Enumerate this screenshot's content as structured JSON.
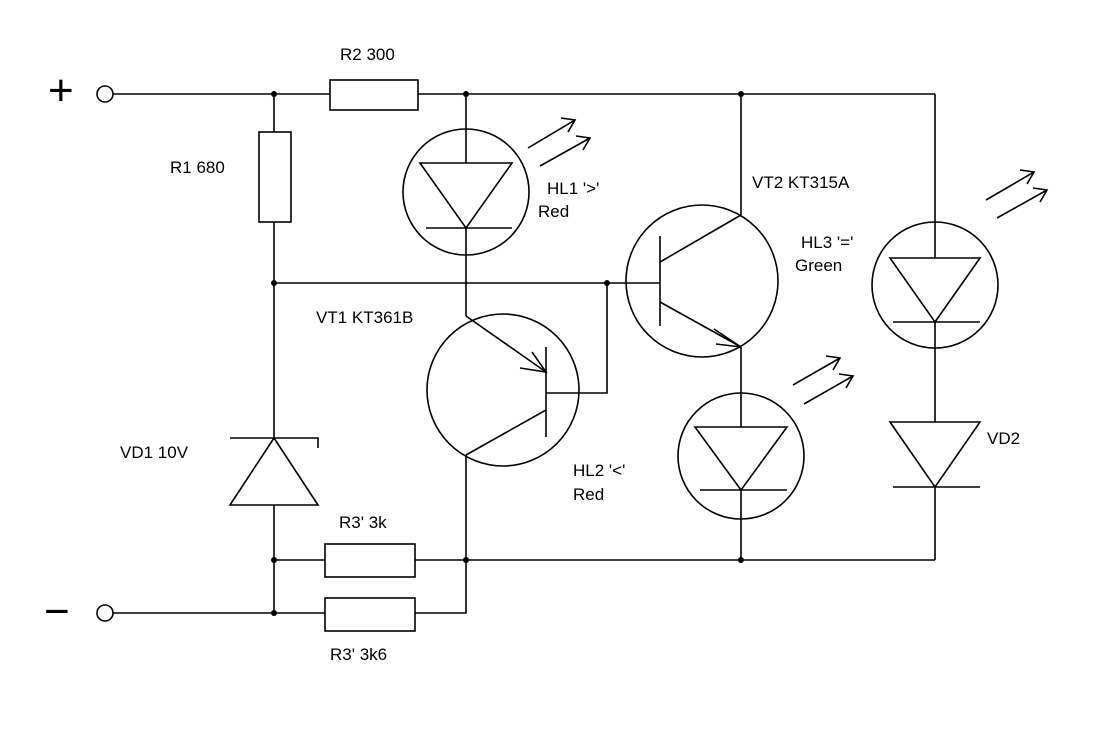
{
  "terminals": {
    "plus": "+",
    "minus": "−"
  },
  "components": {
    "r2": "R2 300",
    "r1": "R1 680",
    "vt1": "VT1 KT361B",
    "vt2": "VT2 KT315A",
    "hl1_name": "HL1 '>'",
    "hl1_color": "Red",
    "hl2_name": "HL2  '<'",
    "hl2_color": "Red",
    "hl3_name": "HL3 '='",
    "hl3_color": "Green",
    "vd1": "VD1 10V",
    "vd2": "VD2",
    "r3a": "R3' 3k",
    "r3b": "R3' 3k6"
  }
}
